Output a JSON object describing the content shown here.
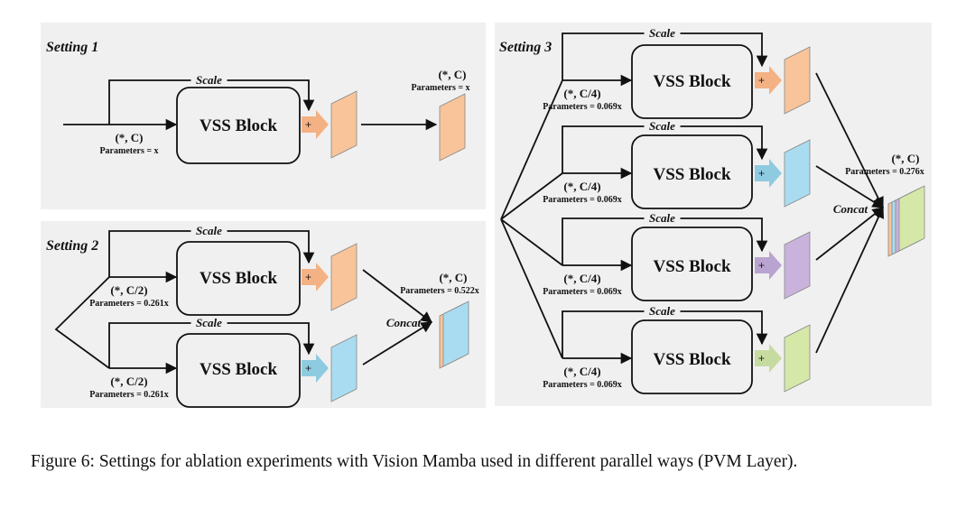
{
  "figure": {
    "caption": "Figure 6: Settings for ablation experiments with Vision Mamba used in different parallel ways (PVM Layer).",
    "block_label": "VSS Block",
    "scale_label": "Scale",
    "concat_label": "Concat",
    "plus_symbol": "+",
    "colors": {
      "orange": "#f9c49a",
      "orange_arrow": "#f4b183",
      "blue": "#a9dcf0",
      "blue_arrow": "#8fcbe0",
      "purple": "#c9b3dd",
      "purple_arrow": "#b9a3d0",
      "green": "#d6e8a8",
      "green_arrow": "#c6dba0"
    },
    "settings": [
      {
        "title": "Setting 1",
        "branches": [
          {
            "dims": "(*, C)",
            "params": "Parameters = x",
            "color": "orange"
          }
        ],
        "output": {
          "dims": "(*, C)",
          "params": "Parameters = x",
          "concat": false
        }
      },
      {
        "title": "Setting 2",
        "branches": [
          {
            "dims": "(*, C/2)",
            "params": "Parameters = 0.261x",
            "color": "orange"
          },
          {
            "dims": "(*, C/2)",
            "params": "Parameters = 0.261x",
            "color": "blue"
          }
        ],
        "output": {
          "dims": "(*, C)",
          "params": "Parameters = 0.522x",
          "concat": true
        }
      },
      {
        "title": "Setting 3",
        "branches": [
          {
            "dims": "(*, C/4)",
            "params": "Parameters = 0.069x",
            "color": "orange"
          },
          {
            "dims": "(*, C/4)",
            "params": "Parameters = 0.069x",
            "color": "blue"
          },
          {
            "dims": "(*, C/4)",
            "params": "Parameters = 0.069x",
            "color": "purple"
          },
          {
            "dims": "(*, C/4)",
            "params": "Parameters = 0.069x",
            "color": "green"
          }
        ],
        "output": {
          "dims": "(*, C)",
          "params": "Parameters = 0.276x",
          "concat": true
        }
      }
    ]
  }
}
